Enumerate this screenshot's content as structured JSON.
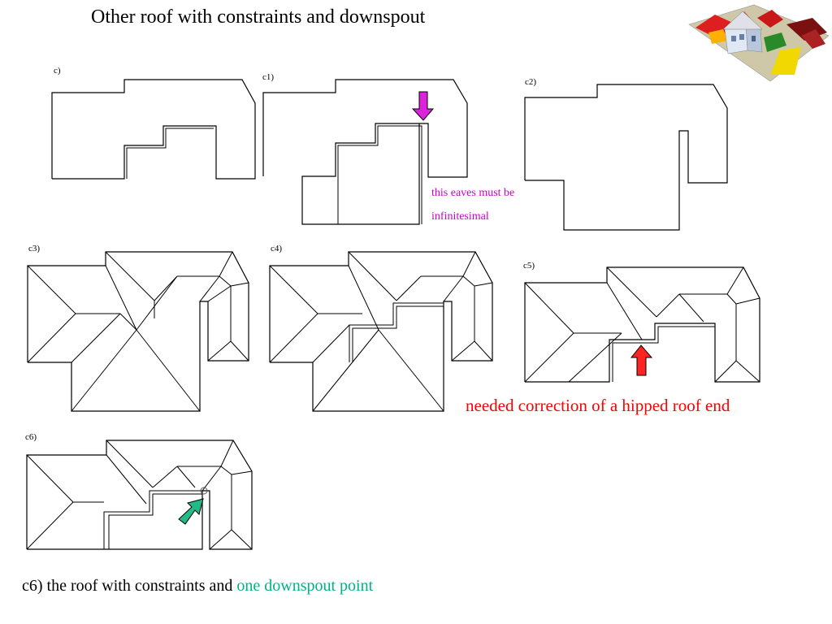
{
  "title": "Other roof with constraints and downspout",
  "panels": {
    "c": "c)",
    "c1": "c1)",
    "c2": "c2)",
    "c3": "c3)",
    "c4": "c4)",
    "c5": "c5)",
    "c6": "c6)"
  },
  "notes": {
    "eaves_line1": "this eaves must be",
    "eaves_line2": "infinitesimal",
    "hip_correction": "needed correction of a hipped roof end"
  },
  "caption": {
    "prefix": "c6) the roof with constraints and ",
    "highlight": "one downspout point"
  },
  "colors": {
    "eaves_note": "#cc00cc",
    "magenta_arrow": "#dd22dd",
    "red_arrow": "#ff2222",
    "hip_note": "#ff0000",
    "green_arrow": "#22bb88",
    "caption_highlight": "#00b386"
  },
  "icons": {
    "c1_arrow": "arrow-down-icon",
    "c5_arrow": "arrow-up-icon",
    "c6_arrow": "arrow-up-right-icon",
    "logo": "house-roofs-logo"
  }
}
